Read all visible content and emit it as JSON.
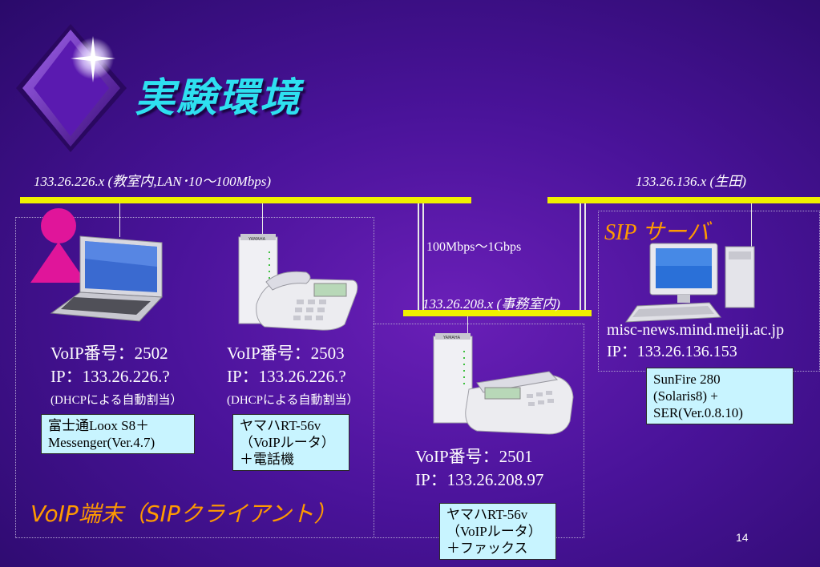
{
  "title": "実験環境",
  "networks": {
    "left_label": "133.26.226.x (教室内,LAN･10～100Mbps)",
    "right_label": "133.26.136.x (生田)",
    "mid_label": "133.26.208.x (事務室内)",
    "link_speed": "100Mbps～1Gbps"
  },
  "sip_server": {
    "heading": "SIP サーバ",
    "hostname": "misc-news.mind.meiji.ac.jp",
    "ip": "IP：133.26.136.153",
    "spec": [
      "SunFire 280",
      "(Solaris8) +",
      "SER(Ver.0.8.10)"
    ]
  },
  "terminal_laptop": {
    "voip_number": "VoIP番号：2502",
    "ip": "IP：133.26.226.?",
    "note": "(DHCPによる自動割当）",
    "spec": [
      "富士通Loox S8＋",
      "Messenger(Ver.4.7)"
    ]
  },
  "terminal_phone": {
    "voip_number": "VoIP番号：2503",
    "ip": "IP：133.26.226.?",
    "note": "(DHCPによる自動割当）",
    "spec": [
      "ヤマハRT-56v",
      "（VoIPルータ）",
      "＋電話機"
    ]
  },
  "terminal_fax": {
    "voip_number": "VoIP番号：2501",
    "ip": "IP：133.26.208.97",
    "spec": [
      "ヤマハRT-56v",
      "（VoIPルータ）",
      "＋ファックス"
    ]
  },
  "client_group_label": "VoIP端末（SIPクライアント）",
  "page_number": "14"
}
